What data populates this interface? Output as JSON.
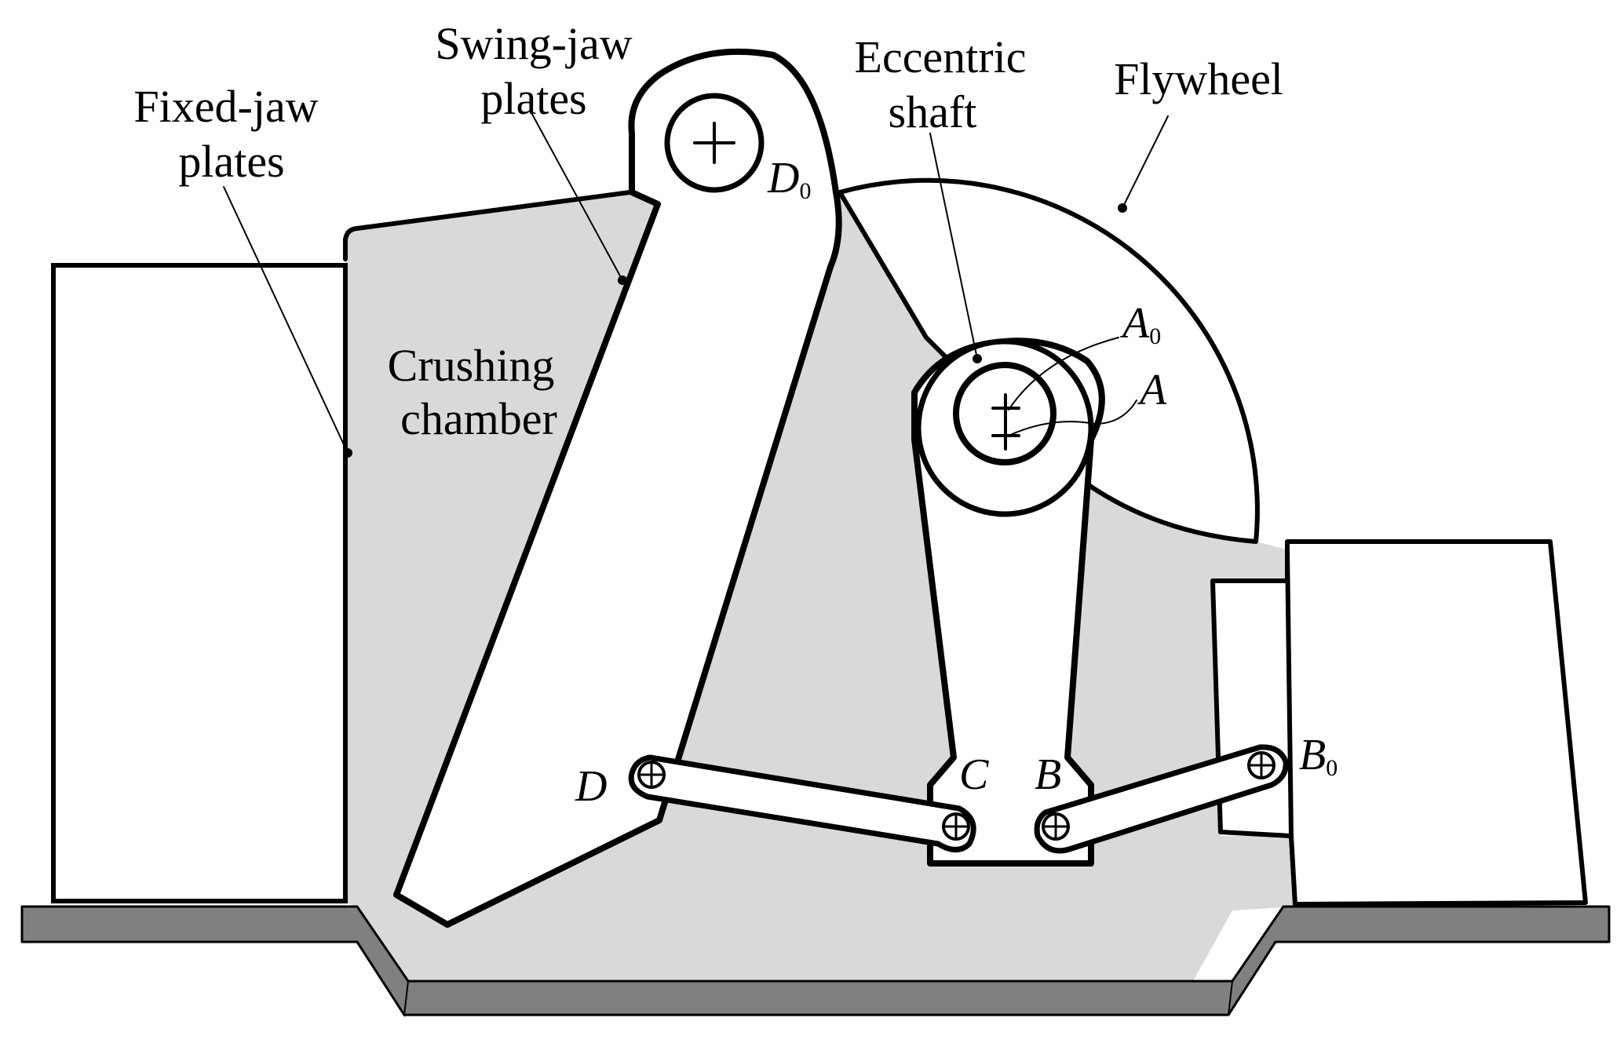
{
  "labels": {
    "fixed_jaw_line1": "Fixed-jaw",
    "fixed_jaw_line2": "plates",
    "swing_jaw_line1": "Swing-jaw",
    "swing_jaw_line2": "plates",
    "eccentric_line1": "Eccentric",
    "eccentric_line2": "shaft",
    "flywheel": "Flywheel",
    "crushing_line1": "Crushing",
    "crushing_line2": "chamber"
  },
  "points": {
    "D0": {
      "letter": "D",
      "sub": "0"
    },
    "A0": {
      "letter": "A",
      "sub": "0"
    },
    "A": {
      "letter": "A"
    },
    "B0": {
      "letter": "B",
      "sub": "0"
    },
    "B": {
      "letter": "B"
    },
    "C": {
      "letter": "C"
    },
    "D": {
      "letter": "D"
    }
  },
  "colors": {
    "chamber_fill": "#d9d9d9",
    "base_fill": "#808080",
    "part_fill": "#ffffff",
    "ink": "#000000"
  }
}
